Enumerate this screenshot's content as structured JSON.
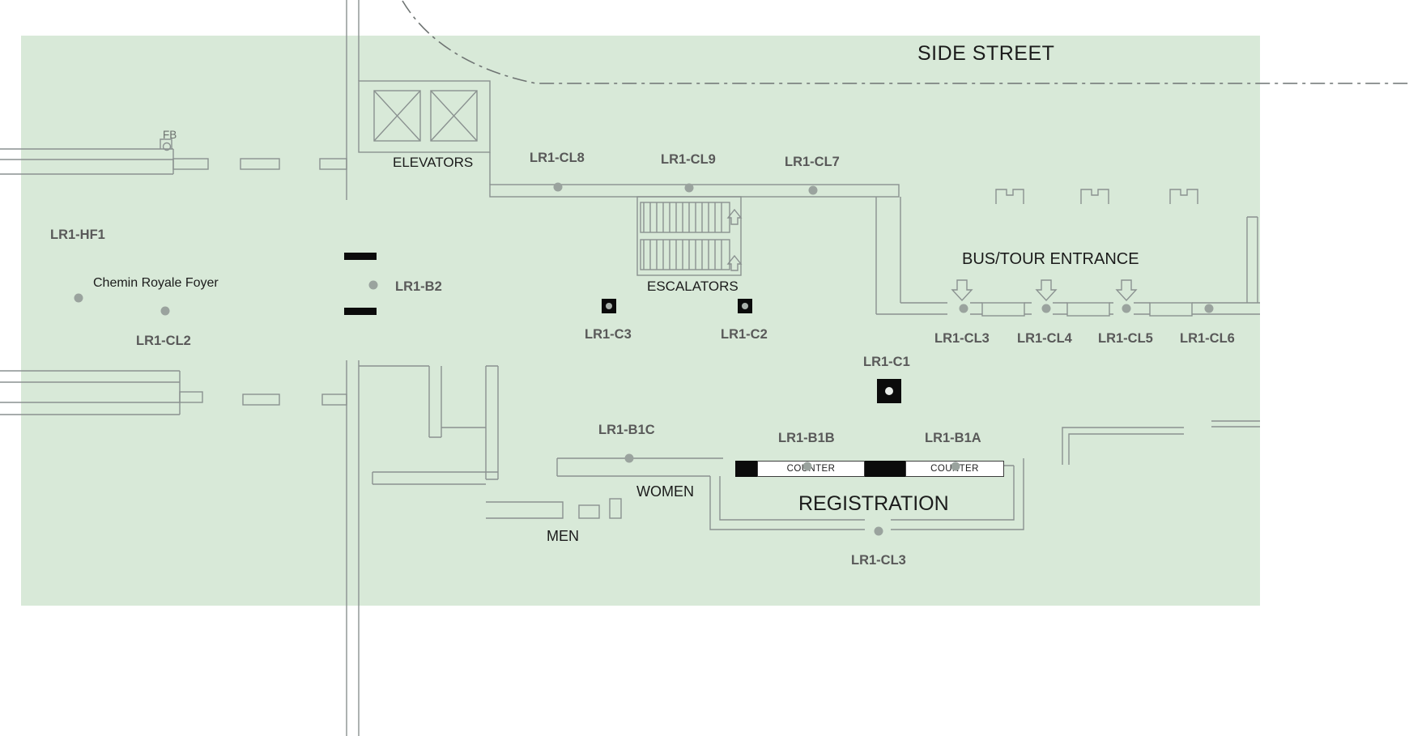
{
  "colors": {
    "floor": "#d8e9d8",
    "wall": "#8a9190",
    "device_label": "#595959",
    "dark_text": "#1b1b1b",
    "dot": "#9aa39e",
    "marker_black": "#0b0b0b"
  },
  "street_label": "SIDE STREET",
  "areas": {
    "elevators": "ELEVATORS",
    "escalators": "ESCALATORS",
    "bus_tour_entrance": "BUS/TOUR ENTRANCE",
    "registration": "REGISTRATION",
    "women": "WOMEN",
    "men": "MEN",
    "foyer_name": "Chemin Royale Foyer",
    "fb": "FB"
  },
  "counters": {
    "left": "COUNTER",
    "right": "COUNTER"
  },
  "devices": [
    {
      "text": "LR1-CL8"
    },
    {
      "text": "LR1-CL9"
    },
    {
      "text": "LR1-CL7"
    },
    {
      "text": "LR1-HF1"
    },
    {
      "text": "LR1-B2"
    },
    {
      "text": "LR1-CL2"
    },
    {
      "text": "LR1-C3"
    },
    {
      "text": "LR1-C2"
    },
    {
      "text": "LR1-CL3"
    },
    {
      "text": "LR1-CL4"
    },
    {
      "text": "LR1-CL5"
    },
    {
      "text": "LR1-CL6"
    },
    {
      "text": "LR1-C1"
    },
    {
      "text": "LR1-B1C"
    },
    {
      "text": "LR1-B1B"
    },
    {
      "text": "LR1-B1A"
    },
    {
      "text": "LR1-CL3"
    }
  ]
}
